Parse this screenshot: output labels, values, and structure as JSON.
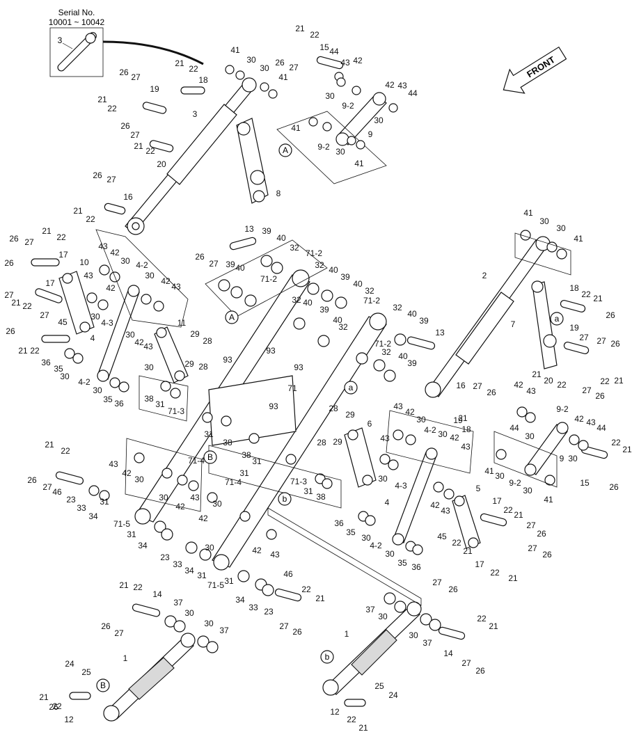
{
  "serial_box": {
    "title": "Serial No.",
    "range": "10001 ~ 10042",
    "part": "3"
  },
  "front_label": "FRONT",
  "callouts": [
    "1",
    "2",
    "3",
    "4",
    "4-2",
    "4-3",
    "5",
    "6",
    "7",
    "8",
    "9",
    "9-2",
    "10",
    "11",
    "12",
    "13",
    "14",
    "15",
    "16",
    "17",
    "18",
    "19",
    "20",
    "21",
    "22",
    "23",
    "24",
    "25",
    "26",
    "27",
    "28",
    "29",
    "30",
    "31",
    "32",
    "33",
    "34",
    "35",
    "36",
    "37",
    "38",
    "39",
    "40",
    "41",
    "42",
    "43",
    "44",
    "45",
    "46",
    "71",
    "71-2",
    "71-3",
    "71-4",
    "71-5",
    "93"
  ],
  "ref_markers": [
    "A",
    "a",
    "B",
    "b"
  ]
}
